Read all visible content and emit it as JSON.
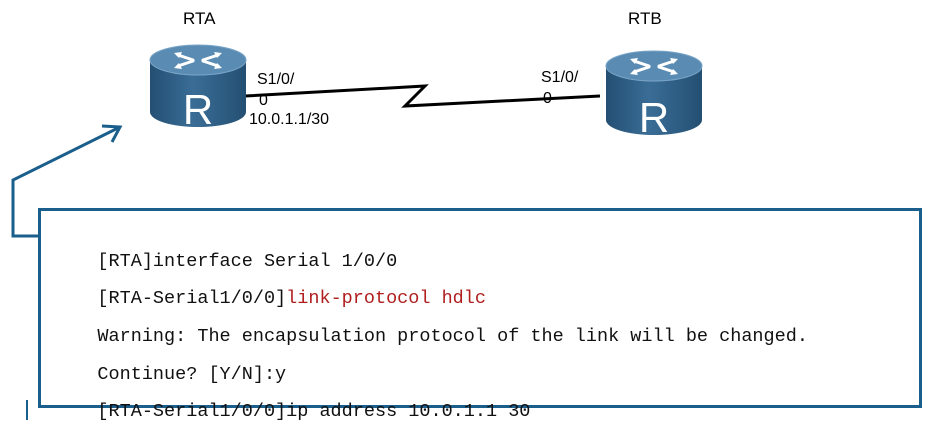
{
  "routers": {
    "rta": {
      "name": "RTA",
      "badge": "R"
    },
    "rtb": {
      "name": "RTB",
      "badge": "R"
    }
  },
  "links": {
    "rta_interface_line1": "S1/0/",
    "rta_interface_line2": "0",
    "rta_ip": "10.0.1.1/30",
    "rtb_interface_line1": "S1/0/",
    "rtb_interface_line2": "0"
  },
  "console": {
    "lines": [
      {
        "prefix": "[RTA]interface Serial 1/0/0",
        "command": ""
      },
      {
        "prefix": "[RTA-Serial1/0/0]",
        "command": "link-protocol hdlc"
      },
      {
        "prefix": "Warning: The encapsulation protocol of the link will be changed.",
        "command": ""
      },
      {
        "prefix": "Continue? [Y/N]:y",
        "command": ""
      },
      {
        "prefix": "[RTA-Serial1/0/0]ip address 10.0.1.1 30",
        "command": ""
      }
    ]
  },
  "colors": {
    "router_body": "#2e5f86",
    "router_top": "#4d7ea6",
    "frame": "#1a5e8c",
    "highlight_command": "#b01e1e"
  }
}
